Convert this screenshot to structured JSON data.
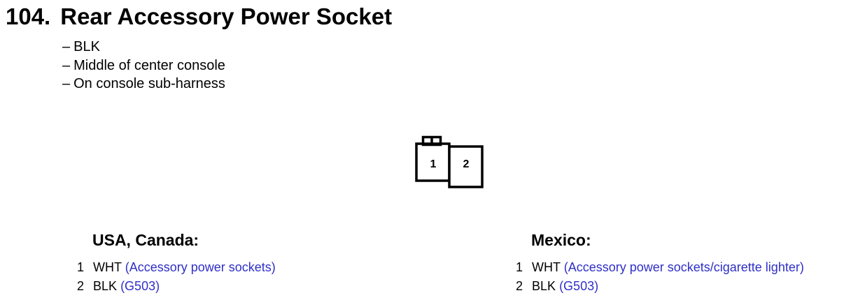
{
  "title": {
    "number": "104.",
    "text": "Rear Accessory Power Socket"
  },
  "notes": [
    {
      "dash": "–",
      "text": "BLK"
    },
    {
      "dash": "–",
      "text": "Middle of center console"
    },
    {
      "dash": "–",
      "text": "On console sub-harness"
    }
  ],
  "connector": {
    "pin1": "1",
    "pin2": "2"
  },
  "sections": [
    {
      "heading": "USA, Canada:",
      "pins": [
        {
          "num": "1",
          "wire": "WHT",
          "desc": "(Accessory power sockets)"
        },
        {
          "num": "2",
          "wire": "BLK",
          "desc": "(G503)"
        }
      ]
    },
    {
      "heading": "Mexico:",
      "pins": [
        {
          "num": "1",
          "wire": "WHT",
          "desc": "(Accessory power sockets/cigarette lighter)"
        },
        {
          "num": "2",
          "wire": "BLK",
          "desc": "(G503)"
        }
      ]
    }
  ],
  "colors": {
    "text": "#000000",
    "link": "#2f2fc8"
  }
}
